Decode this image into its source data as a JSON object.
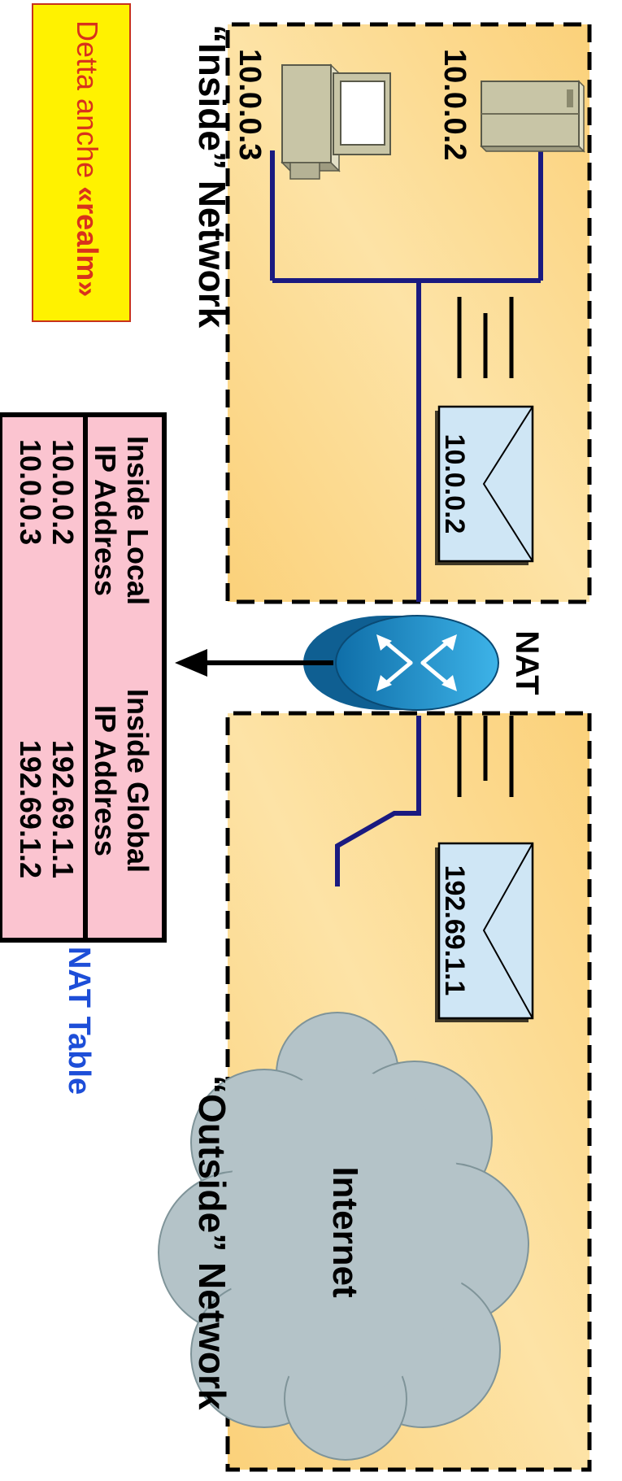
{
  "inside_network": {
    "label": "“Inside” Network"
  },
  "outside_network": {
    "label": "“Outside” Network"
  },
  "hosts": [
    {
      "ip": "10.0.0.2",
      "icon": "server-icon"
    },
    {
      "ip": "10.0.0.3",
      "icon": "pc-icon"
    }
  ],
  "packet_inside": {
    "address": "10.0.0.2"
  },
  "packet_outside": {
    "address": "192.69.1.1"
  },
  "router": {
    "label": "NAT",
    "icon": "router-icon"
  },
  "internet": {
    "label": "Internet",
    "icon": "cloud-icon"
  },
  "realm_note": {
    "prefix": "Detta anche ",
    "emphasis": "«realm»"
  },
  "nat_table": {
    "caption": "NAT Table",
    "headers": [
      [
        "Inside Local",
        "IP Address"
      ],
      [
        "Inside Global",
        "IP Address"
      ]
    ],
    "rows": [
      [
        "10.0.0.2",
        "192.69.1.1"
      ],
      [
        "10.0.0.3",
        "192.69.1.2"
      ]
    ]
  },
  "colors": {
    "network_fill": "#fbd98a",
    "cable": "#1a1a80",
    "packet_fill": "#cfe6f5",
    "table_fill": "#fbc4d0",
    "note_fill": "#fff200",
    "note_text": "#d8321c",
    "caption": "#1d4ed8",
    "router": "#1e8ec8",
    "cloud": "#b4c3c8"
  }
}
